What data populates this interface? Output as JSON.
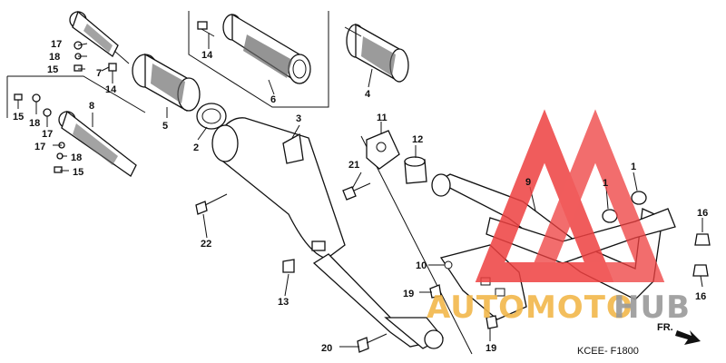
{
  "diagram": {
    "callouts": {
      "c1a": "1",
      "c1b": "1",
      "c2": "2",
      "c3": "3",
      "c4": "4",
      "c5": "5",
      "c6": "6",
      "c7": "7",
      "c8": "8",
      "c9": "9",
      "c10": "10",
      "c11": "11",
      "c12": "12",
      "c13": "13",
      "c14a": "14",
      "c14b": "14",
      "c15a": "15",
      "c15b": "15",
      "c15c": "15",
      "c16a": "16",
      "c16b": "16",
      "c17a": "17",
      "c17b": "17",
      "c17c": "17",
      "c18a": "18",
      "c18b": "18",
      "c18c": "18",
      "c19a": "19",
      "c19b": "19",
      "c20": "20",
      "c21": "21",
      "c22": "22"
    },
    "figure_code": "KCEE- F1800",
    "direction_label": "FR."
  },
  "watermark": {
    "text_a": "AUTOMOTO",
    "text_b": "HUB",
    "color_a": "#f2b84b",
    "color_b": "#9a9a9a",
    "logo_color": "#ee4040"
  }
}
